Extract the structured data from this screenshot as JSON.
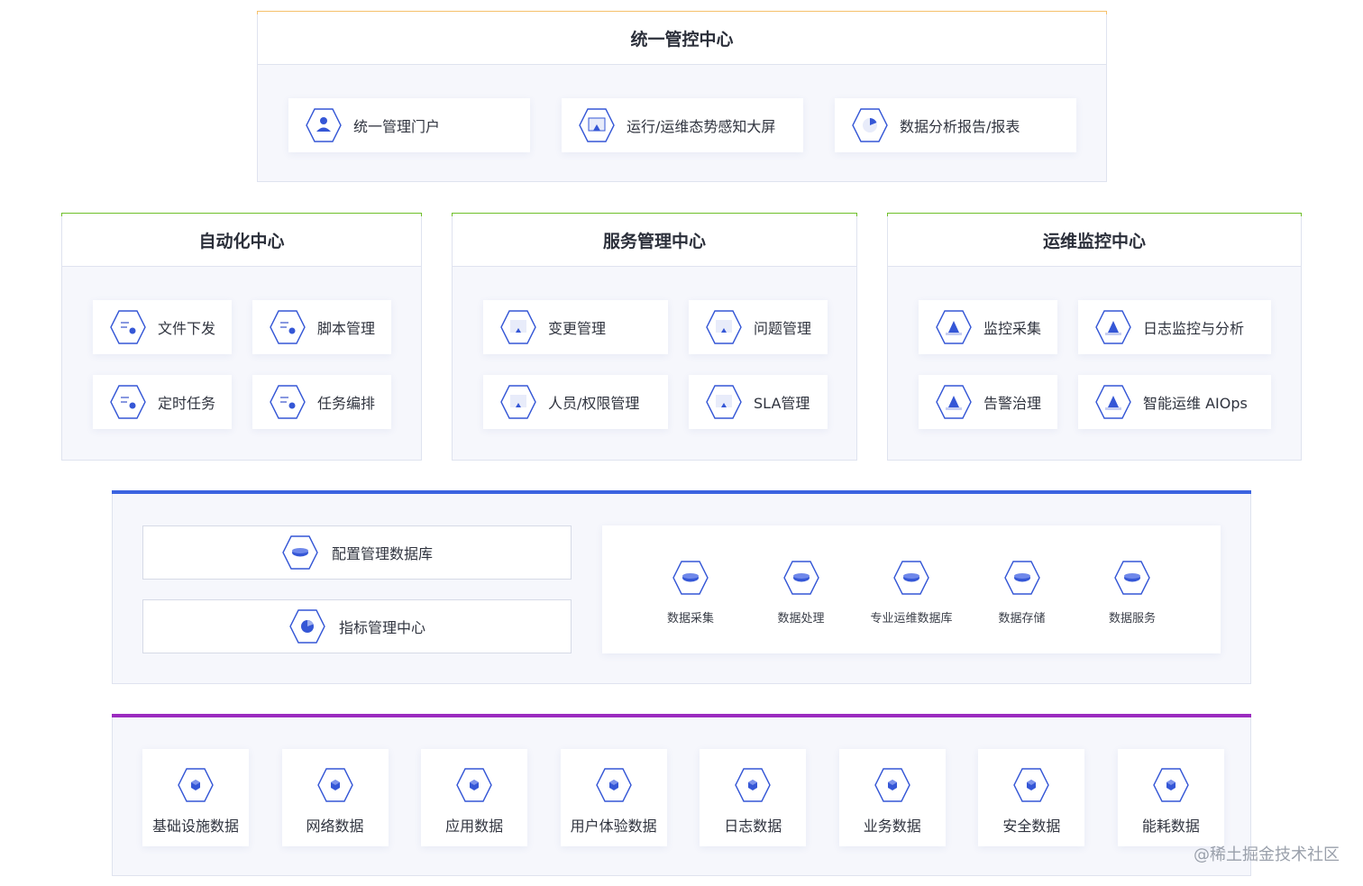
{
  "colors": {
    "top_accent": "#f5c06b",
    "middle_accent": "#6fbf2a",
    "data_accent": "#3b63e0",
    "source_accent": "#9b2bbf",
    "icon_blue": "#3557d6"
  },
  "top": {
    "title": "统一管控中心",
    "items": [
      {
        "label": "统一管理门户",
        "icon": "user-icon"
      },
      {
        "label": "运行/运维态势感知大屏",
        "icon": "monitor-icon"
      },
      {
        "label": "数据分析报告/报表",
        "icon": "pie-chart-icon"
      }
    ]
  },
  "automation": {
    "title": "自动化中心",
    "items": [
      {
        "label": "文件下发",
        "icon": "task-icon"
      },
      {
        "label": "脚本管理",
        "icon": "task-icon"
      },
      {
        "label": "定时任务",
        "icon": "task-icon"
      },
      {
        "label": "任务编排",
        "icon": "task-icon"
      }
    ]
  },
  "service": {
    "title": "服务管理中心",
    "items": [
      {
        "label": "变更管理",
        "icon": "screen-icon"
      },
      {
        "label": "问题管理",
        "icon": "screen-icon"
      },
      {
        "label": "人员/权限管理",
        "icon": "screen-icon"
      },
      {
        "label": "SLA管理",
        "icon": "screen-icon"
      }
    ]
  },
  "monitor": {
    "title": "运维监控中心",
    "items": [
      {
        "label": "监控采集",
        "icon": "alert-triangle-icon"
      },
      {
        "label": "日志监控与分析",
        "icon": "alert-triangle-icon"
      },
      {
        "label": "告警治理",
        "icon": "alert-triangle-icon"
      },
      {
        "label": "智能运维 AIOps",
        "icon": "alert-triangle-icon"
      }
    ]
  },
  "data_layer": {
    "left": [
      {
        "label": "配置管理数据库",
        "icon": "database-icon"
      },
      {
        "label": "指标管理中心",
        "icon": "pie-chart-icon"
      }
    ],
    "pipeline": [
      {
        "label": "数据采集",
        "icon": "database-icon"
      },
      {
        "label": "数据处理",
        "icon": "database-icon"
      },
      {
        "label": "专业运维数据库",
        "icon": "database-icon"
      },
      {
        "label": "数据存储",
        "icon": "database-icon"
      },
      {
        "label": "数据服务",
        "icon": "database-icon"
      }
    ]
  },
  "sources": {
    "items": [
      {
        "label": "基础设施数据",
        "icon": "cube-icon"
      },
      {
        "label": "网络数据",
        "icon": "cube-icon"
      },
      {
        "label": "应用数据",
        "icon": "cube-icon"
      },
      {
        "label": "用户体验数据",
        "icon": "cube-icon"
      },
      {
        "label": "日志数据",
        "icon": "cube-icon"
      },
      {
        "label": "业务数据",
        "icon": "cube-icon"
      },
      {
        "label": "安全数据",
        "icon": "cube-icon"
      },
      {
        "label": "能耗数据",
        "icon": "cube-icon"
      }
    ]
  },
  "watermark": "@稀土掘金技术社区"
}
